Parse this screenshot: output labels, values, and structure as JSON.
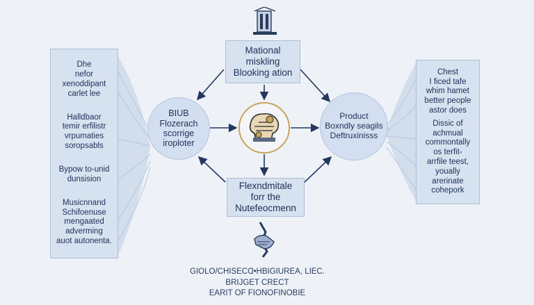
{
  "left_panel": {
    "groups": [
      [
        "Dhe",
        "nefor",
        "xenoddipant",
        "carlet lee"
      ],
      [
        "Halldbaor",
        "temir erfilistr",
        "vrpumaties",
        "soropsabls"
      ],
      [
        "Bypow to-unid",
        "dunsision"
      ],
      [
        "Musicnnand",
        "Schifoenuse",
        "mengaated",
        "adverming",
        "auot autonenta."
      ]
    ]
  },
  "right_panel": {
    "groups": [
      [
        "Chest",
        "I ficed tafe",
        "whim hamet",
        "better people",
        "astor does"
      ],
      [
        "Dissic of",
        "achmual",
        "commontally",
        "os terfit-",
        "arrfile teest,",
        "youally",
        "arerinate",
        "cohepork"
      ]
    ]
  },
  "top_box": {
    "lines": [
      "Mational",
      "miskling",
      "Blooking ation"
    ]
  },
  "bottom_box": {
    "lines": [
      "Flexndmitale",
      "forr the",
      "Nutefeocmenn"
    ]
  },
  "left_circle": {
    "lines": [
      "BIUB",
      "Flozerach",
      "scorrige",
      "iroploter"
    ]
  },
  "right_circle": {
    "lines": [
      "Product",
      "Boxndly seagils",
      "Deftruxinisss"
    ]
  },
  "footer": {
    "lines": [
      "GIOLO/CHISECⱭ•HBIGIUREA, LIEC.",
      "BRIJGET CRECT",
      "EARIT OF FIONOFINOBIE"
    ]
  },
  "icons": {
    "top": "building-icon",
    "center": "brain-gears-icon",
    "bottom": "handshake-icon"
  },
  "colors": {
    "box_fill": "#d7e2f0",
    "circle_fill": "#d3dff0",
    "arrow": "#24365f",
    "text": "#1c2f57"
  }
}
